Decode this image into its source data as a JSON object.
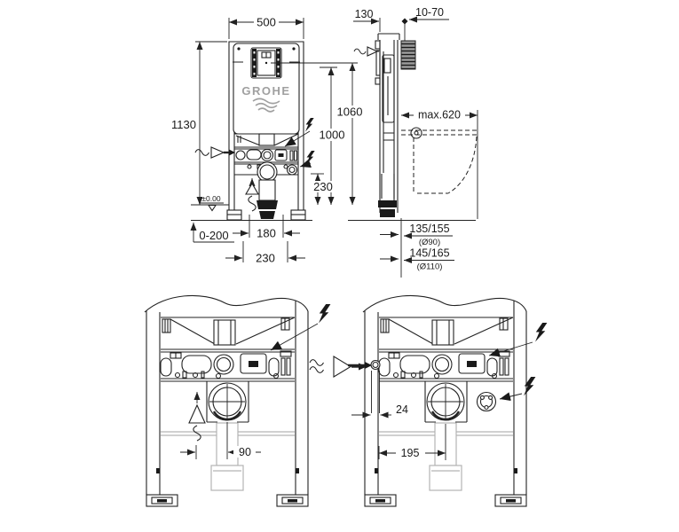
{
  "brand": {
    "logo": "GROHE"
  },
  "palette": {
    "line": "#222222",
    "gray": "#b3b3b3",
    "logo": "#a0a0a0",
    "dark": "#1a1a1a"
  },
  "front": {
    "width": "500",
    "height": "1130",
    "plate_center_height": "1060",
    "power_supply_height": "1000",
    "outlet_height": "230",
    "datum": "±0.00",
    "floor_adjust_range": "0-200",
    "drain_offset": "180",
    "supply_offset": "230"
  },
  "side": {
    "frame_depth": "130",
    "wall_distance": "10-70",
    "max_reach": "max.620",
    "outlet_small": "135/155",
    "outlet_small_dia": "(Ø90)",
    "outlet_large": "145/165",
    "outlet_large_dia": "(Ø110)"
  },
  "bottom_left": {
    "vent_offset": "90"
  },
  "bottom_right": {
    "inlet_offset": "24",
    "pipe_center_offset": "195"
  }
}
